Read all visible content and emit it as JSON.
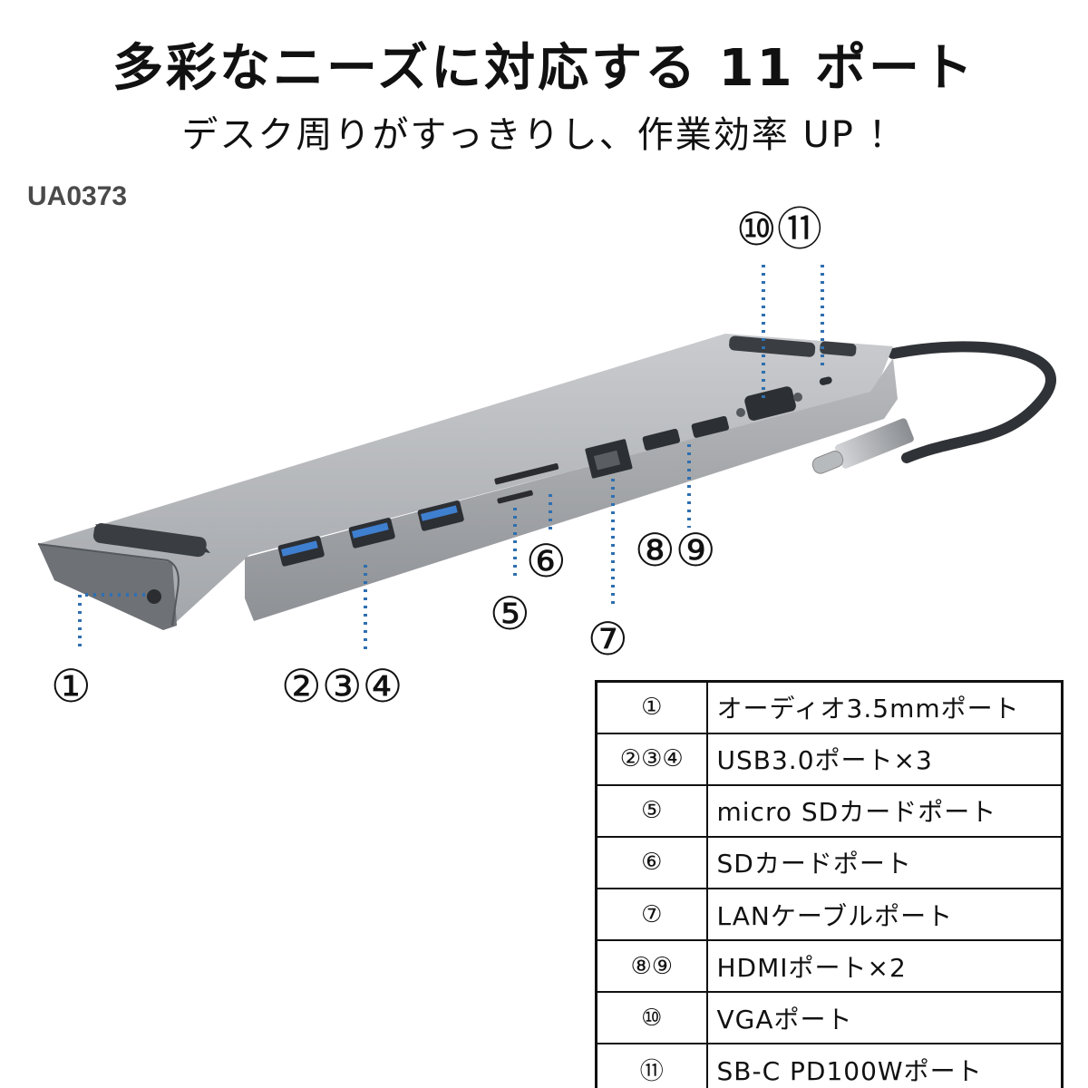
{
  "headline": "多彩なニーズに対応する 11 ポート",
  "subline": "デスク周りがすっきりし、作業効率 UP ！",
  "model": "UA0373",
  "callouts": {
    "c1": "①",
    "c234": "②③④",
    "c5": "⑤",
    "c6": "⑥",
    "c7": "⑦",
    "c89": "⑧⑨",
    "c1011": "⑩⑪"
  },
  "spec_table": [
    {
      "num": "①",
      "desc": "オーディオ3.5mmポート"
    },
    {
      "num": "②③④",
      "desc": "USB3.0ポート×3"
    },
    {
      "num": "⑤",
      "desc": "micro SDカードポート"
    },
    {
      "num": "⑥",
      "desc": "SDカードポート"
    },
    {
      "num": "⑦",
      "desc": "LANケーブルポート"
    },
    {
      "num": "⑧⑨",
      "desc": "HDMIポート×2"
    },
    {
      "num": "⑩",
      "desc": "VGAポート"
    },
    {
      "num": "⑪",
      "desc": "SB-C PD100Wポート"
    }
  ],
  "colors": {
    "body": "#9c9fa3",
    "usb_blue": "#3f7fd0",
    "dotted_line": "#2f6fb0"
  }
}
